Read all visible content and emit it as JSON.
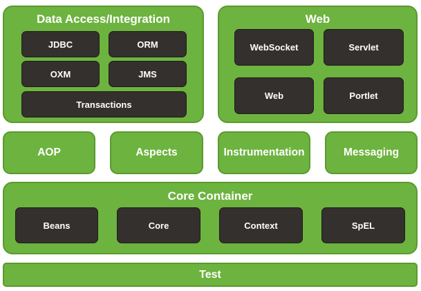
{
  "data_access": {
    "title": "Data Access/Integration",
    "items": [
      "JDBC",
      "ORM",
      "OXM",
      "JMS"
    ],
    "transactions": "Transactions"
  },
  "web": {
    "title": "Web",
    "items": [
      "WebSocket",
      "Servlet",
      "Web",
      "Portlet"
    ]
  },
  "middle": [
    "AOP",
    "Aspects",
    "Instrumentation",
    "Messaging"
  ],
  "core": {
    "title": "Core Container",
    "items": [
      "Beans",
      "Core",
      "Context",
      "SpEL"
    ]
  },
  "test": "Test",
  "colors": {
    "green": "#6db33f",
    "dark": "#34302d"
  }
}
